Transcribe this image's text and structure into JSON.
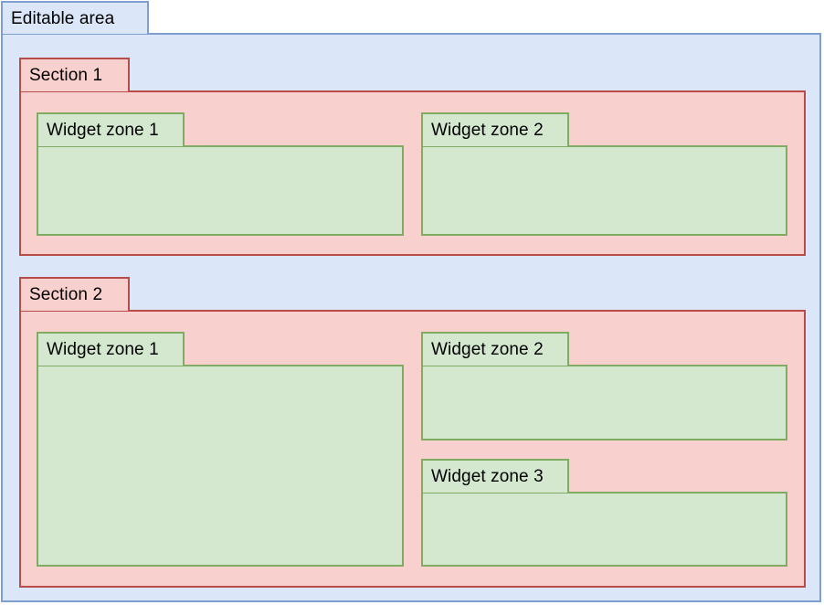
{
  "editable_area": {
    "label": "Editable area",
    "colors": {
      "fill": "#dbe6f8",
      "border": "#7f9fd0"
    }
  },
  "palette": {
    "section_fill": "#f8d0cd",
    "section_border": "#b94b4b",
    "widget_fill": "#d4e8cf",
    "widget_border": "#7fab63",
    "text": "#000000",
    "page_background": "#ffffff"
  },
  "sections": [
    {
      "label": "Section 1",
      "widget_zones": [
        {
          "label": "Widget zone 1"
        },
        {
          "label": "Widget zone 2"
        }
      ]
    },
    {
      "label": "Section 2",
      "widget_zones": [
        {
          "label": "Widget zone 1"
        },
        {
          "label": "Widget zone 2"
        },
        {
          "label": "Widget zone 3"
        }
      ]
    }
  ]
}
